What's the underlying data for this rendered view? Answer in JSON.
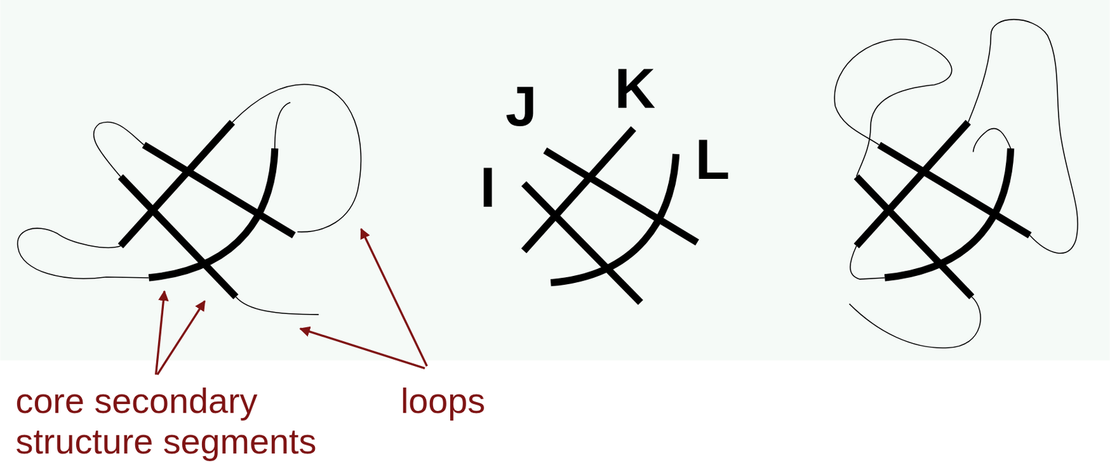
{
  "diagram": {
    "labels": [
      "J",
      "K",
      "I",
      "L",
      "core secondary structure segments",
      "loops"
    ]
  }
}
